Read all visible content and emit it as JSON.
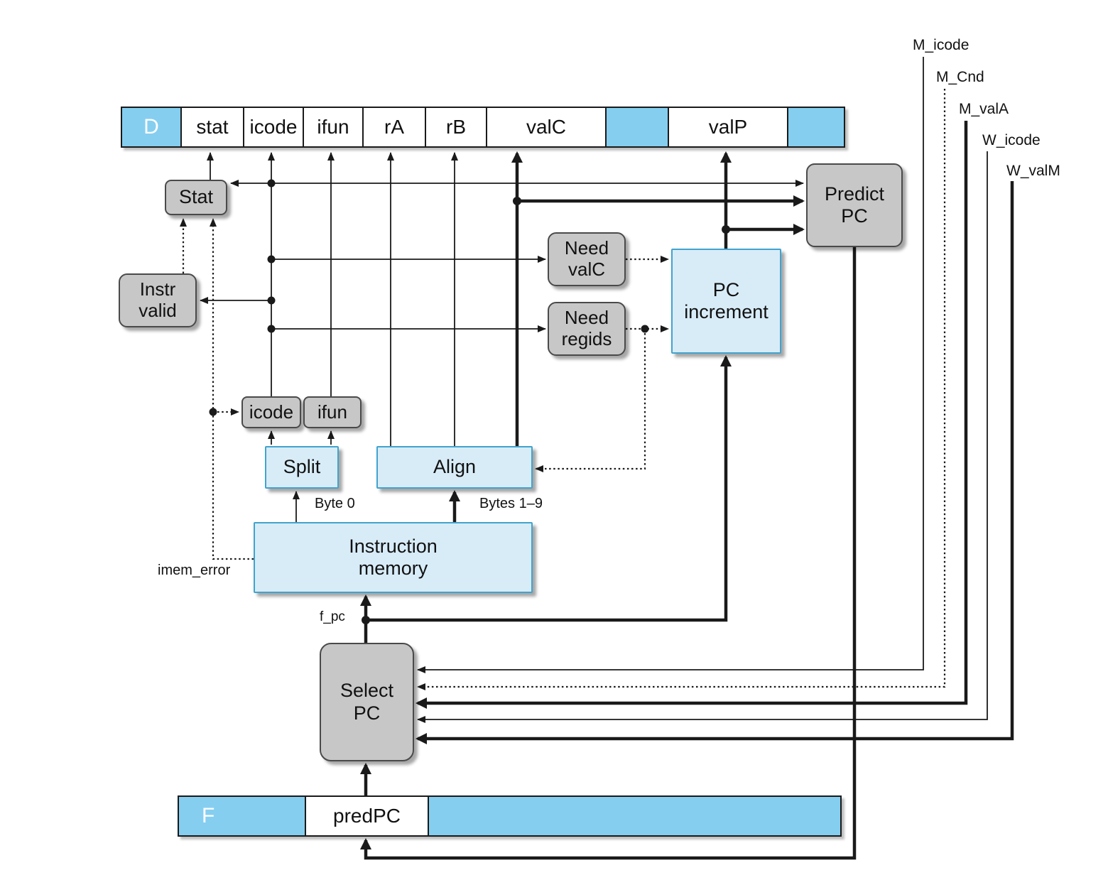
{
  "colors": {
    "register_blue": "#85CEF0",
    "block_blue_fill": "#D8ECF8",
    "block_blue_border": "#41A3CE",
    "block_gray_fill": "#C7C7C7",
    "block_gray_border": "#4A4A4A",
    "wire_color": "#1A1A1A"
  },
  "registers": {
    "d": {
      "name": "D",
      "fields": {
        "stat": "stat",
        "icode": "icode",
        "ifun": "ifun",
        "ra": "rA",
        "rb": "rB",
        "valc": "valC",
        "valp": "valP"
      }
    },
    "f": {
      "name": "F",
      "predpc": "predPC"
    }
  },
  "blocks": {
    "stat": "Stat",
    "instr_valid": "Instr\nvalid",
    "icode": "icode",
    "ifun": "ifun",
    "need_valc": "Need\nvalC",
    "need_regids": "Need\nregids",
    "predict_pc": "Predict\nPC",
    "pc_increment": "PC\nincrement",
    "split": "Split",
    "align": "Align",
    "instruction_memory": "Instruction\nmemory",
    "select_pc": "Select\nPC"
  },
  "wire_labels": {
    "byte0": "Byte 0",
    "bytes1_9": "Bytes 1–9",
    "imem_error": "imem_error",
    "f_pc": "f_pc",
    "m_icode": "M_icode",
    "m_cnd": "M_Cnd",
    "m_vala": "M_valA",
    "w_icode": "W_icode",
    "w_valm": "W_valM"
  }
}
